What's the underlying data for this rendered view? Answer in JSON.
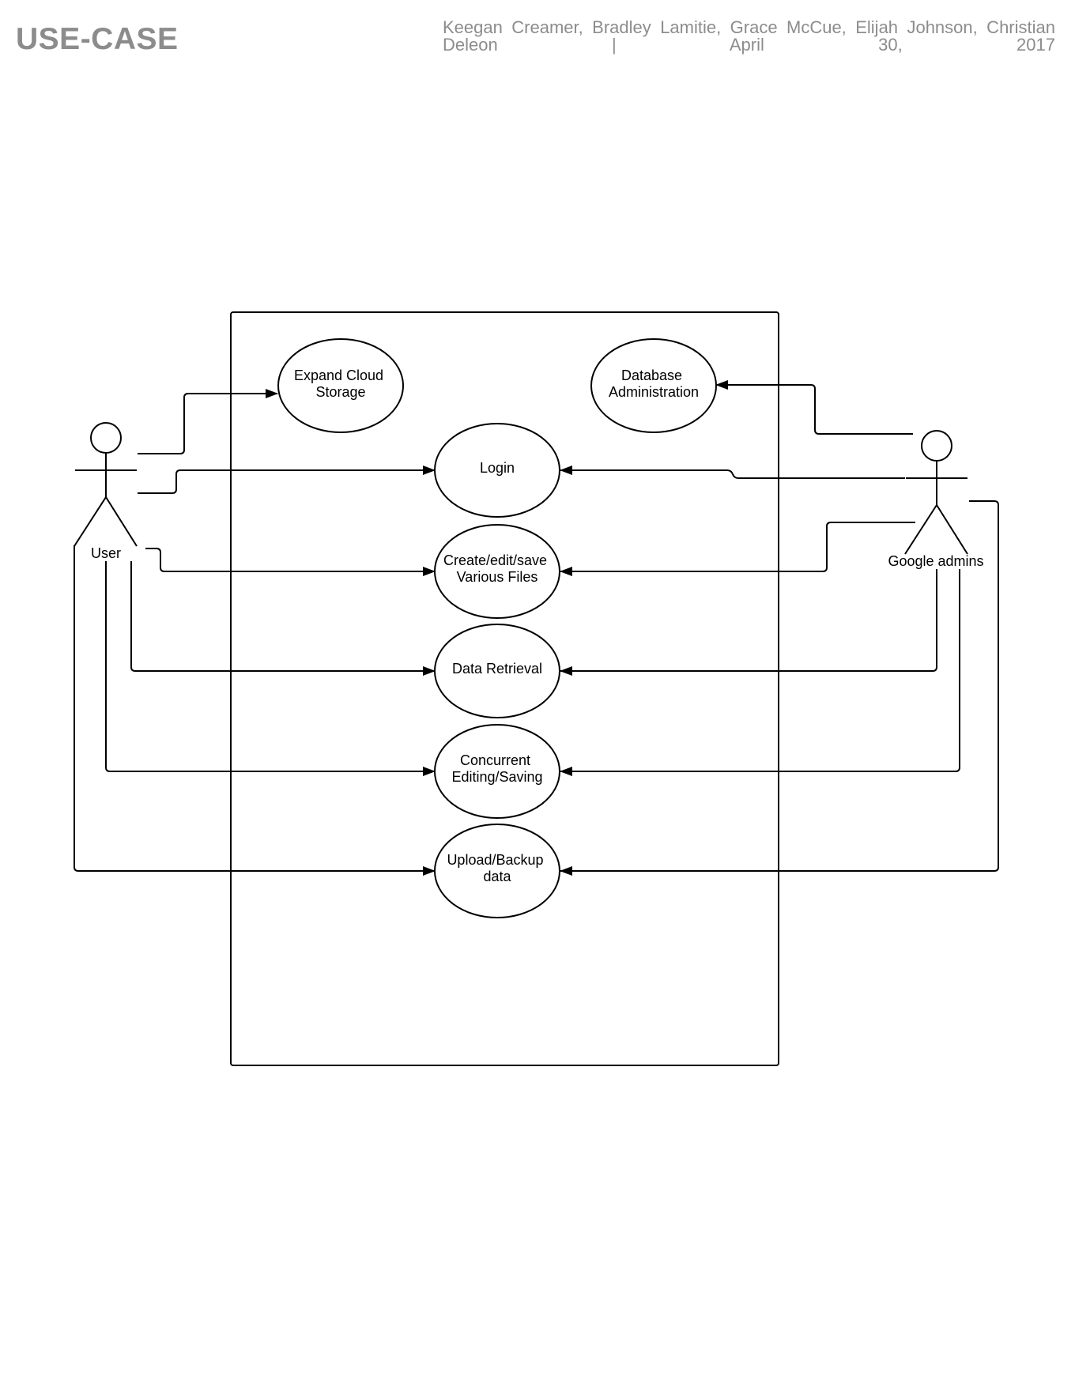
{
  "header": {
    "title": "USE-CASE",
    "byline": "Keegan Creamer, Bradley Lamitie, Grace McCue, Elijah Johnson, Christian Deleon | April 30, 2017"
  },
  "actors": {
    "user": "User",
    "admin": "Google admins"
  },
  "use_cases": {
    "expand_storage": [
      "Expand Cloud",
      "Storage"
    ],
    "db_admin": [
      "Database",
      "Administration"
    ],
    "login": [
      "Login"
    ],
    "files": [
      "Create/edit/save",
      "Various Files"
    ],
    "retrieval": [
      "Data Retrieval"
    ],
    "concurrent": [
      "Concurrent",
      "Editing/Saving"
    ],
    "upload": [
      "Upload/Backup",
      "data"
    ]
  },
  "associations": {
    "user": [
      "expand_storage",
      "login",
      "files",
      "retrieval",
      "concurrent",
      "upload"
    ],
    "admin": [
      "db_admin",
      "login",
      "files",
      "retrieval",
      "concurrent",
      "upload"
    ]
  },
  "colors": {
    "header_text": "#8c8c8c",
    "line": "#000000",
    "background": "#ffffff"
  }
}
